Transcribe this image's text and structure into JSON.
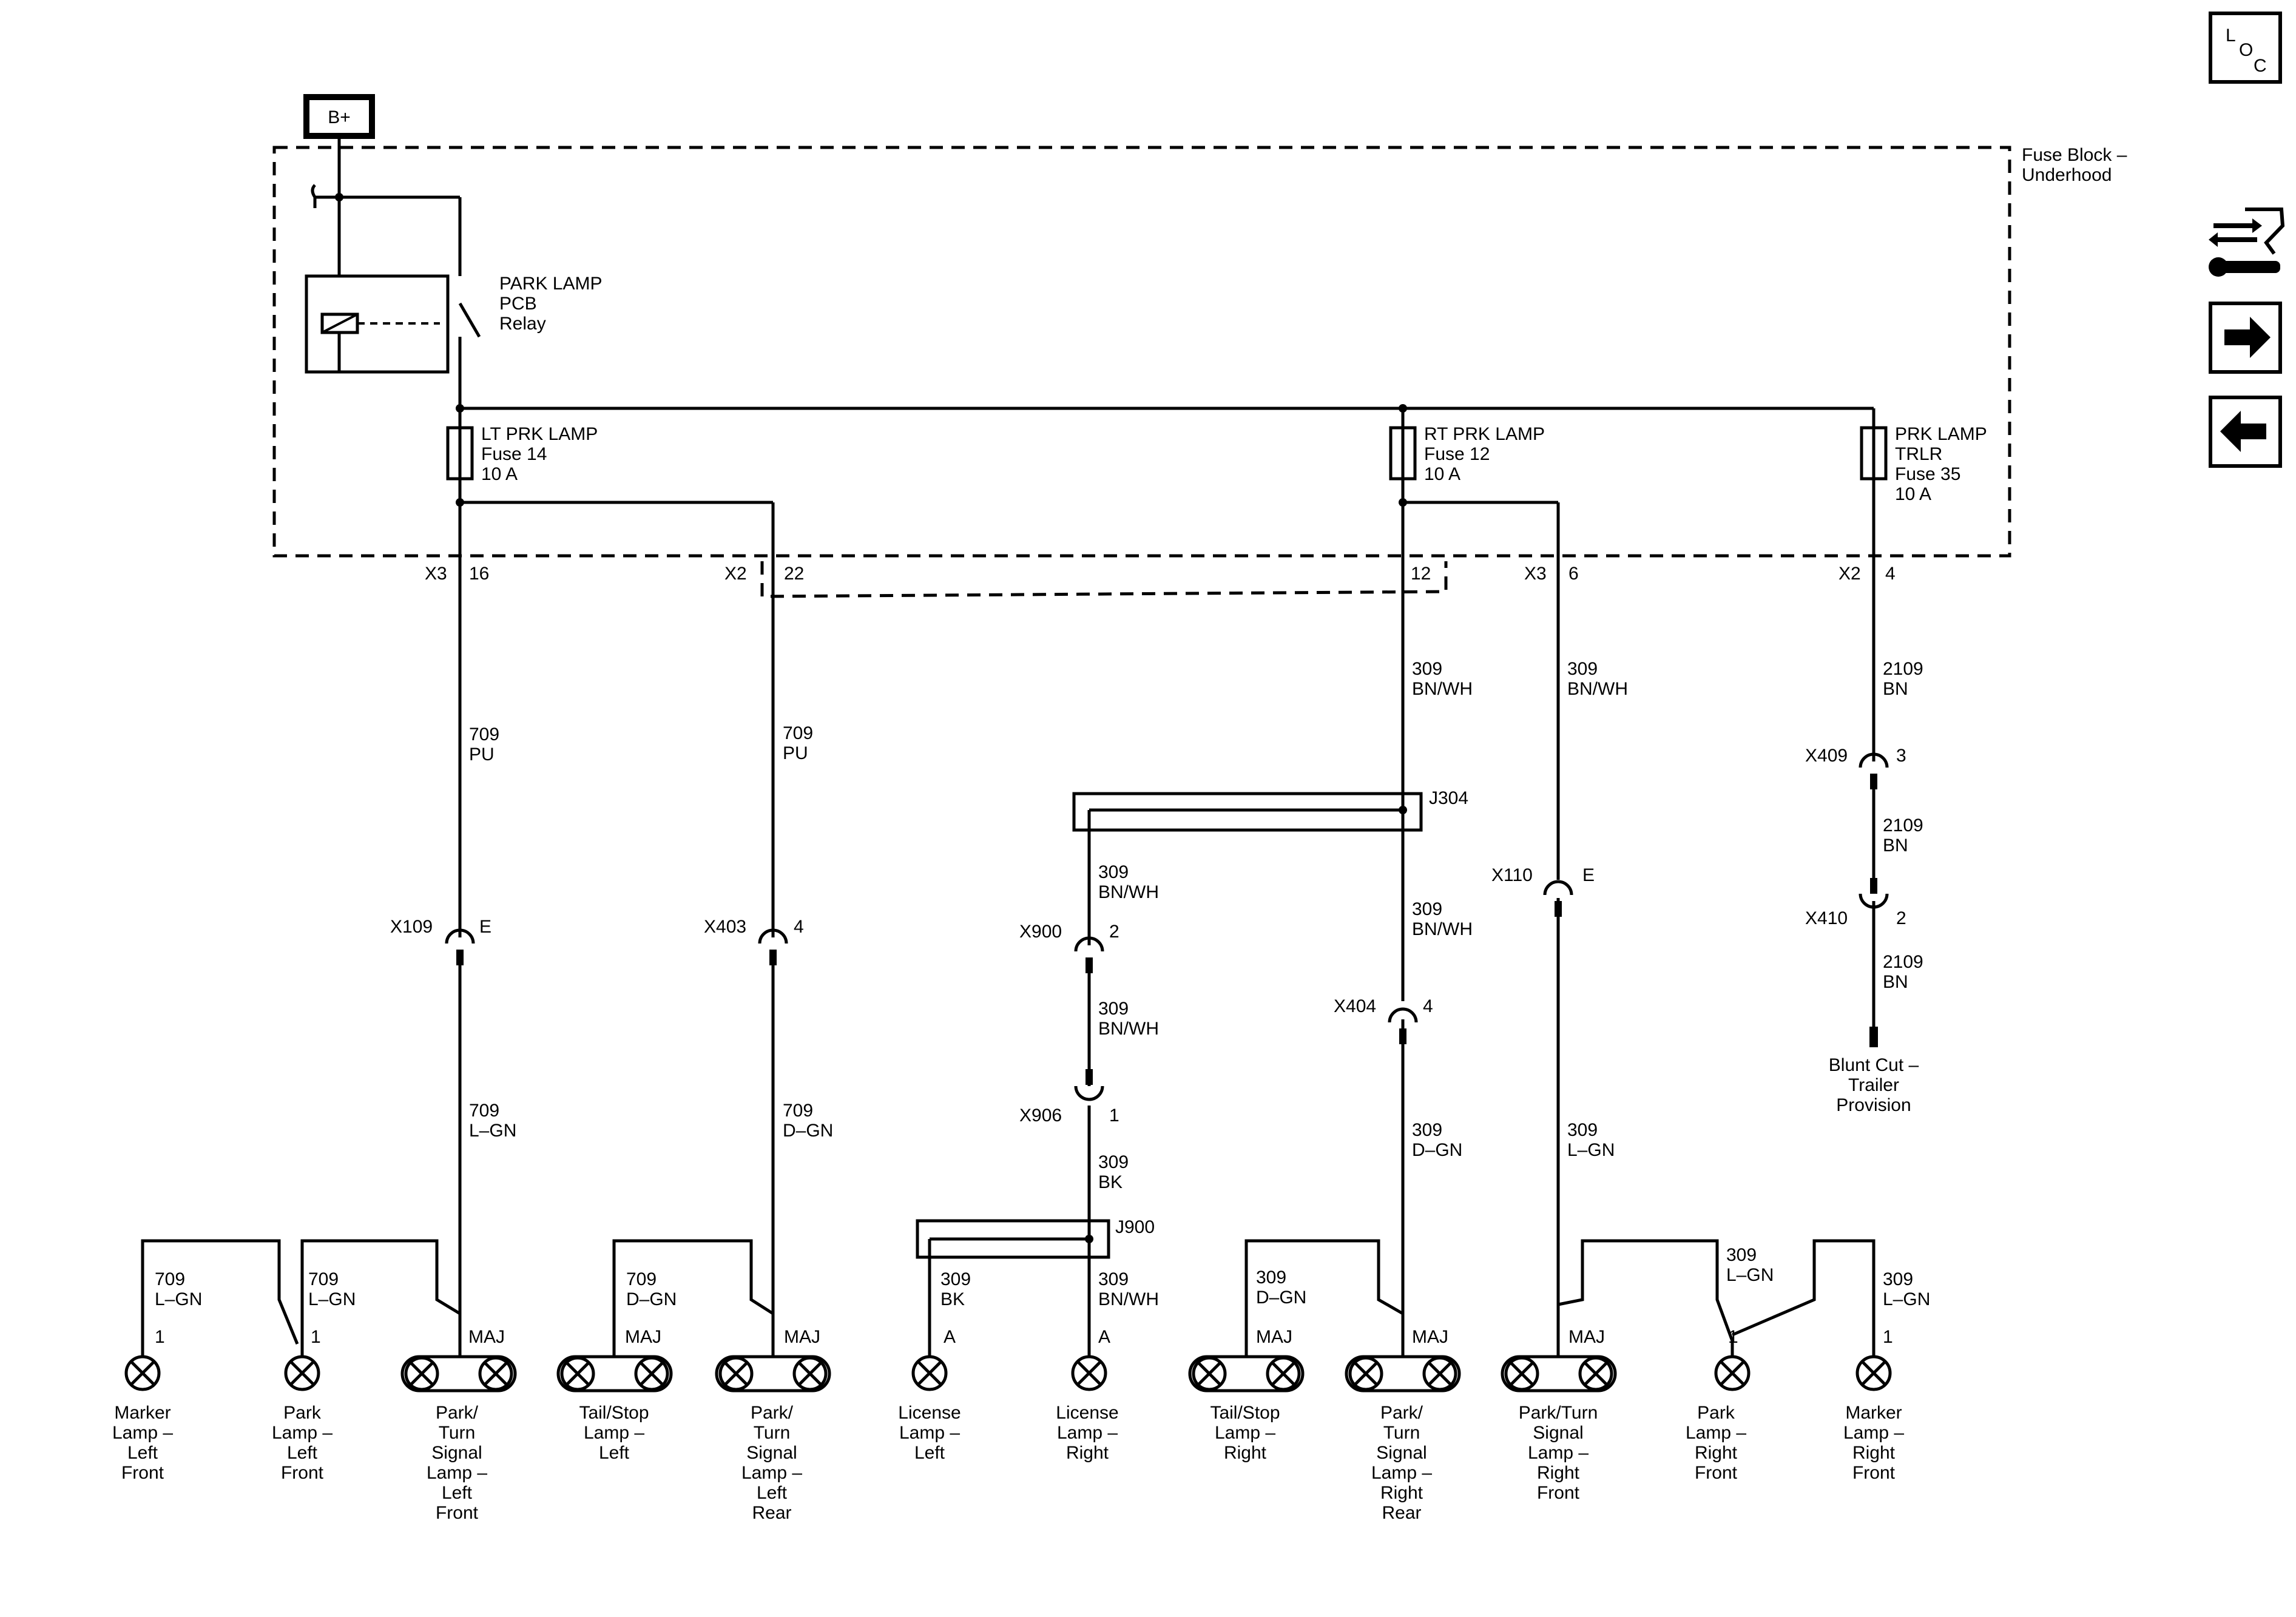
{
  "power": {
    "label": "B+"
  },
  "fuse_block": {
    "title_line1": "Fuse Block –",
    "title_line2": "Underhood"
  },
  "relay": {
    "line1": "PARK LAMP",
    "line2": "PCB",
    "line3": "Relay"
  },
  "fuses": [
    {
      "line1": "LT PRK LAMP",
      "line2": "Fuse 14",
      "line3": "10 A"
    },
    {
      "line1": "RT PRK LAMP",
      "line2": "Fuse 12",
      "line3": "10 A"
    },
    {
      "line1": "PRK LAMP",
      "line2": "TRLR",
      "line3": "Fuse 35",
      "line4": "10 A"
    }
  ],
  "pins": {
    "x3_16": {
      "conn": "X3",
      "pin": "16"
    },
    "x2_22": {
      "conn": "X2",
      "pin": "22"
    },
    "p12": {
      "pin": "12"
    },
    "x3_6": {
      "conn": "X3",
      "pin": "6"
    },
    "x2_4": {
      "conn": "X2",
      "pin": "4"
    }
  },
  "wires": {
    "w1_top": {
      "num": "709",
      "color": "PU"
    },
    "w2_top": {
      "num": "709",
      "color": "PU"
    },
    "w3_top": {
      "num": "309",
      "color": "BN/WH"
    },
    "w4_top": {
      "num": "309",
      "color": "BN/WH"
    },
    "w5_top": {
      "num": "2109",
      "color": "BN"
    },
    "w5_mid": {
      "num": "2109",
      "color": "BN"
    },
    "w5_bot": {
      "num": "2109",
      "color": "BN"
    },
    "w1_bot": {
      "num": "709",
      "color": "L–GN"
    },
    "w2_bot": {
      "num": "709",
      "color": "D–GN"
    },
    "lic_a": {
      "num": "309",
      "color": "BN/WH"
    },
    "lic_b": {
      "num": "309",
      "color": "BN/WH"
    },
    "lic_c": {
      "num": "309",
      "color": "BK"
    },
    "w3_mid": {
      "num": "309",
      "color": "BN/WH"
    },
    "w3_bot": {
      "num": "309",
      "color": "D–GN"
    },
    "w4_bot": {
      "num": "309",
      "color": "L–GN"
    },
    "b_marker_lf": {
      "num": "709",
      "color": "L–GN"
    },
    "b_park_lf": {
      "num": "709",
      "color": "L–GN"
    },
    "b_tail_l": {
      "num": "709",
      "color": "D–GN"
    },
    "b_lic_l": {
      "num": "309",
      "color": "BK"
    },
    "b_lic_r": {
      "num": "309",
      "color": "BN/WH"
    },
    "b_tail_r": {
      "num": "309",
      "color": "D–GN"
    },
    "b_park_rf": {
      "num": "309",
      "color": "L–GN"
    },
    "b_marker_rf": {
      "num": "309",
      "color": "L–GN"
    }
  },
  "connectors": {
    "x109": {
      "name": "X109",
      "pin": "E"
    },
    "x403": {
      "name": "X403",
      "pin": "4"
    },
    "x900": {
      "name": "X900",
      "pin": "2"
    },
    "x906": {
      "name": "X906",
      "pin": "1"
    },
    "x404": {
      "name": "X404",
      "pin": "4"
    },
    "x110": {
      "name": "X110",
      "pin": "E"
    },
    "x409": {
      "name": "X409",
      "pin": "3"
    },
    "x410": {
      "name": "X410",
      "pin": "2"
    }
  },
  "splices": {
    "j304": "J304",
    "j900": "J900"
  },
  "blunt_cut": {
    "line1": "Blunt Cut –",
    "line2": "Trailer",
    "line3": "Provision"
  },
  "lamp_pins": {
    "marker_lf": "1",
    "park_lf": "1",
    "turn_lf": "MAJ",
    "tail_l": "MAJ",
    "turn_lr": "MAJ",
    "lic_l": "A",
    "lic_r": "A",
    "tail_r": "MAJ",
    "turn_rr": "MAJ",
    "turn_rf": "MAJ",
    "park_rf": "1",
    "marker_rf": "1"
  },
  "lamps": {
    "marker_lf": [
      "Marker",
      "Lamp –",
      "Left",
      "Front"
    ],
    "park_lf": [
      "Park",
      "Lamp –",
      "Left",
      "Front"
    ],
    "turn_lf": [
      "Park/",
      "Turn",
      "Signal",
      "Lamp –",
      "Left",
      "Front"
    ],
    "tail_l": [
      "Tail/Stop",
      "Lamp –",
      "Left"
    ],
    "turn_lr": [
      "Park/",
      "Turn",
      "Signal",
      "Lamp –",
      "Left",
      "Rear"
    ],
    "lic_l": [
      "License",
      "Lamp –",
      "Left"
    ],
    "lic_r": [
      "License",
      "Lamp –",
      "Right"
    ],
    "tail_r": [
      "Tail/Stop",
      "Lamp –",
      "Right"
    ],
    "turn_rr": [
      "Park/",
      "Turn",
      "Signal",
      "Lamp –",
      "Right",
      "Rear"
    ],
    "turn_rf": [
      "Park/Turn",
      "Signal",
      "Lamp –",
      "Right",
      "Front"
    ],
    "park_rf": [
      "Park",
      "Lamp –",
      "Right",
      "Front"
    ],
    "marker_rf": [
      "Marker",
      "Lamp –",
      "Right",
      "Front"
    ]
  },
  "nav": {
    "loc_l": "L",
    "loc_o": "O",
    "loc_c": "C"
  },
  "icons": [
    "loc-icon",
    "component-wiring-icon",
    "next-arrow-icon",
    "previous-arrow-icon"
  ]
}
